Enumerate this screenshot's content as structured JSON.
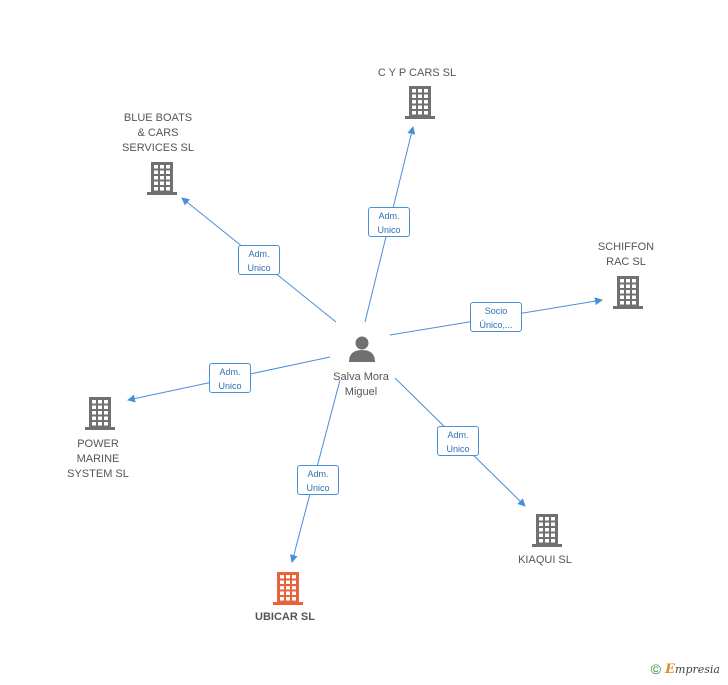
{
  "center": {
    "name": "Salva Mora\nMiguel"
  },
  "nodes": [
    {
      "id": "cyp",
      "label": "C Y P CARS SL",
      "focus": false
    },
    {
      "id": "blue",
      "label": "BLUE BOATS\n& CARS\nSERVICES SL",
      "focus": false
    },
    {
      "id": "schiffon",
      "label": "SCHIFFON\nRAC SL",
      "focus": false
    },
    {
      "id": "power",
      "label": "POWER\nMARINE\nSYSTEM SL",
      "focus": false
    },
    {
      "id": "kiaqui",
      "label": "KIAQUI  SL",
      "focus": false
    },
    {
      "id": "ubicar",
      "label": "UBICAR SL",
      "focus": true
    }
  ],
  "edges": [
    {
      "to": "cyp",
      "label": "Adm.\nUnico"
    },
    {
      "to": "blue",
      "label": "Adm.\nUnico"
    },
    {
      "to": "schiffon",
      "label": "Socio\nÚnico,..."
    },
    {
      "to": "power",
      "label": "Adm.\nUnico"
    },
    {
      "to": "kiaqui",
      "label": "Adm.\nUnico"
    },
    {
      "to": "ubicar",
      "label": "Adm.\nUnico"
    }
  ],
  "colors": {
    "edge": "#4a8fd9",
    "building": "#707070",
    "building_focus": "#e8633a",
    "person": "#707070"
  },
  "watermark": {
    "symbol": "©",
    "brand_initial": "E",
    "brand_rest": "mpresia"
  }
}
